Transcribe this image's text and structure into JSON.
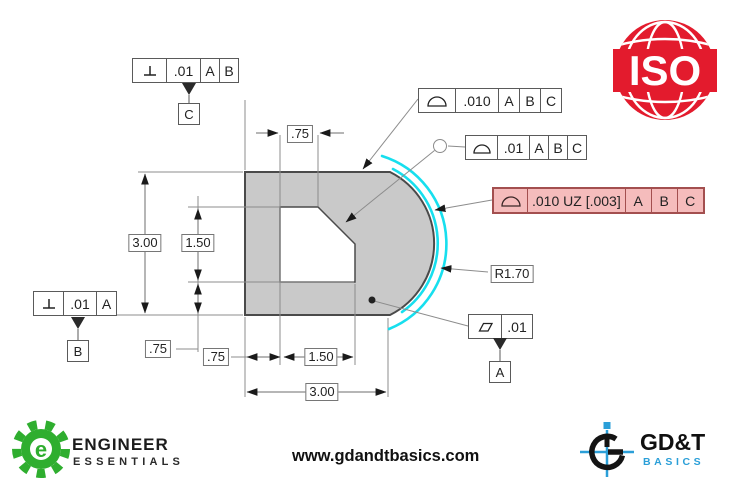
{
  "footer": {
    "website": "www.gdandtbasics.com"
  },
  "brand": {
    "iso": {
      "text": "ISO",
      "red": "#e31b2d"
    },
    "engineer_essentials": {
      "line1": "ENGINEER",
      "line2": "ESSENTIALS",
      "green": "#2fae2f",
      "e_glyph": "e"
    },
    "gdt_basics": {
      "line1": "GD&T",
      "line2": "BASICS",
      "blue": "#2b9fd8"
    }
  },
  "drawing": {
    "part_fill": "#c9c9c9",
    "outline_color": "#4a4a4a",
    "zone_color": "#17dfee",
    "highlight_fill": "#f5bcbc",
    "highlight_border": "#a34f4f",
    "fcf_perp_top": {
      "symbol": "perpendicularity",
      "tolerance": ".01",
      "d1": "A",
      "d2": "B",
      "datum_label": "C"
    },
    "fcf_profile_top": {
      "symbol": "profile-of-a-surface",
      "tolerance": ".010",
      "d1": "A",
      "d2": "B",
      "d3": "C"
    },
    "fcf_profile_allaround": {
      "symbol": "profile-of-a-surface",
      "tolerance": ".01",
      "d1": "A",
      "d2": "B",
      "d3": "C"
    },
    "fcf_profile_uz": {
      "symbol": "profile-of-a-surface",
      "tolerance": ".010 UZ [.003]",
      "d1": "A",
      "d2": "B",
      "d3": "C"
    },
    "fcf_flatness": {
      "symbol": "flatness",
      "tolerance": ".01",
      "datum_label": "A"
    },
    "fcf_perp_left": {
      "symbol": "perpendicularity",
      "tolerance": ".01",
      "d1": "A",
      "datum_label": "B"
    },
    "dims": {
      "height": "3.00",
      "cut_height": "1.50",
      "cut_top_width": ".75",
      "offset_left": ".75",
      "offset_bottom": ".75",
      "cut_width": "1.50",
      "width": "3.00",
      "radius": "R1.70"
    }
  }
}
